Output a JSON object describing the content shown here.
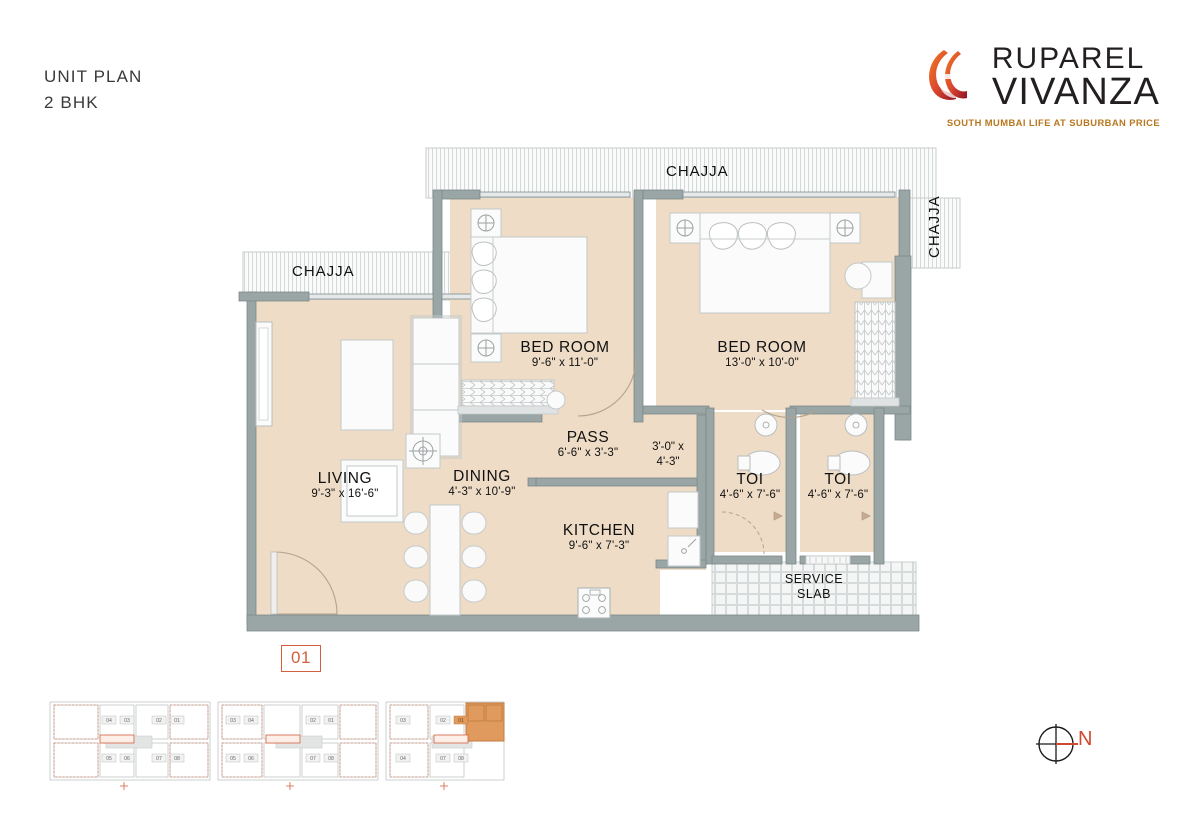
{
  "header": {
    "title": "UNIT PLAN",
    "subtitle": "2 BHK"
  },
  "brand": {
    "name_line1": "RUPAREL",
    "name_line2": "VIVANZA",
    "tagline": "SOUTH MUMBAI LIFE AT SUBURBAN PRICE",
    "logo_icon": "ruparel-ribbon-logo",
    "accent_color": "#d2603c",
    "tagline_color": "#b8771f"
  },
  "plan": {
    "unit_number": "01",
    "fill_color": "#eedcc6",
    "wall_color": "#9aa6a6",
    "rooms": [
      {
        "id": "living",
        "name": "LIVING",
        "dim": "9'-3\" x 16'-6\""
      },
      {
        "id": "dining",
        "name": "DINING",
        "dim": "4'-3\" x 10'-9\""
      },
      {
        "id": "kitchen",
        "name": "KITCHEN",
        "dim": "9'-6\" x 7'-3\""
      },
      {
        "id": "pass",
        "name": "PASS",
        "dim": "6'-6\" x 3'-3\""
      },
      {
        "id": "bedroom1",
        "name": "BED ROOM",
        "dim": "9'-6\" x 11'-0\""
      },
      {
        "id": "bedroom2",
        "name": "BED ROOM",
        "dim": "13'-0\" x 10'-0\""
      },
      {
        "id": "toilet1",
        "name": "TOI",
        "dim": "4'-6\" x 7'-6\""
      },
      {
        "id": "toilet2",
        "name": "TOI",
        "dim": "4'-6\" x 7'-6\""
      }
    ],
    "niche": {
      "dim_line1": "3'-0\" x",
      "dim_line2": "4'-3\""
    },
    "service_slab": {
      "line1": "SERVICE",
      "line2": "SLAB"
    },
    "chajja_top": "CHAJJA",
    "chajja_left": "CHAJJA",
    "chajja_right": "CHAJJA"
  },
  "compass": {
    "label": "N",
    "icon": "compass-rose-icon",
    "color": "#d2482f"
  },
  "keyplan": {
    "icon": "key-plan-diagram",
    "highlight_color": "#e09a5e",
    "highlighted_unit": "01"
  }
}
